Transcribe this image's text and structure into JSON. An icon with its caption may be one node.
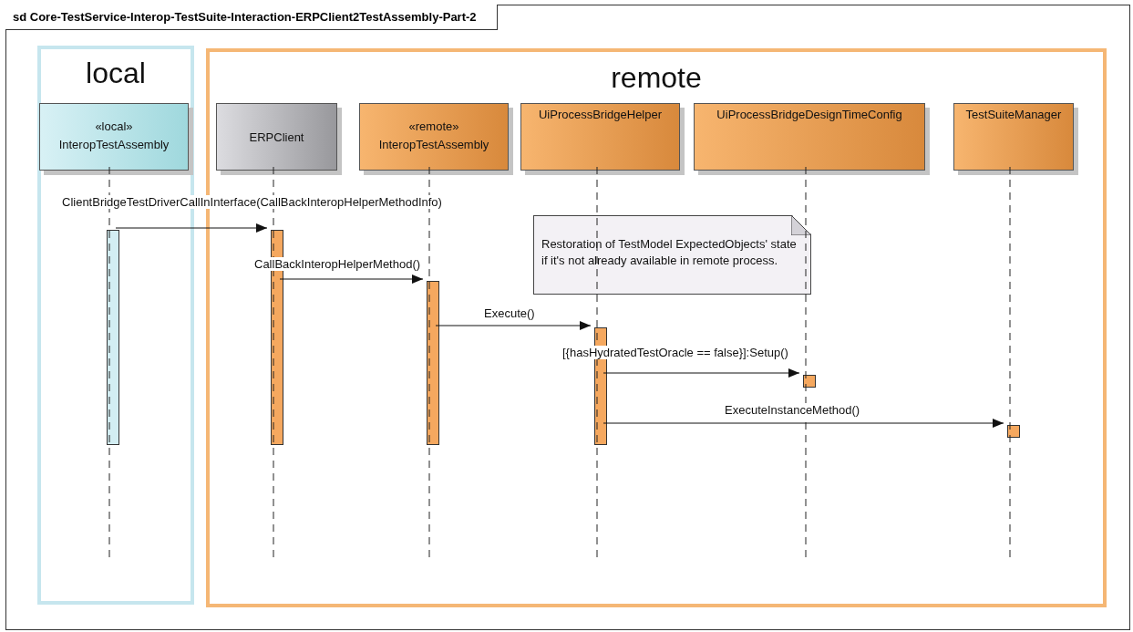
{
  "diagram": {
    "title": "sd Core-TestService-Interop-TestSuite-Interaction-ERPClient2TestAssembly-Part-2",
    "nodes": [
      {
        "text": [
          "local"
        ]
      },
      {
        "text": [
          "remote"
        ]
      },
      {
        "text": [
          "«local»",
          "InteropTestAssembly"
        ],
        "in": 0
      },
      {
        "text": [
          "ERPClient"
        ],
        "in": 1
      },
      {
        "text": [
          "«remote»",
          "InteropTestAssembly"
        ],
        "in": 1
      },
      {
        "text": [
          "UiProcessBridgeHelper"
        ],
        "in": 1
      },
      {
        "text": [
          "UiProcessBridgeDesignTimeConfig"
        ],
        "in": 1
      },
      {
        "text": [
          "TestSuiteManager"
        ],
        "in": 1
      },
      {
        "text": [
          "Restoration of TestModel ExpectedObjects' state if it's not already available in remote process."
        ],
        "in": 1
      },
      {
        "text": [],
        "shape": "bar",
        "in": 0
      },
      {
        "text": [],
        "shape": "bar",
        "in": 1
      },
      {
        "text": [],
        "shape": "bar",
        "in": 1
      },
      {
        "text": [],
        "shape": "bar",
        "in": 1
      },
      {
        "text": [],
        "shape": "bar",
        "in": 1
      },
      {
        "text": [],
        "shape": "bar",
        "in": 1
      }
    ],
    "edges": [
      {
        "from": 9,
        "to": 10,
        "arrow": "to",
        "label": "ClientBridgeTestDriverCallInInterface(CallBackInteropHelperMethodInfo)"
      },
      {
        "from": 10,
        "to": 11,
        "arrow": "to",
        "label": "CallBackInteropHelperMethod()"
      },
      {
        "from": 11,
        "to": 12,
        "arrow": "to",
        "label": "Execute()"
      },
      {
        "from": 12,
        "to": 13,
        "arrow": "to",
        "label": "[{hasHydratedTestOracle == false}]:Setup()"
      },
      {
        "from": 12,
        "to": 14,
        "arrow": "to",
        "label": "ExecuteInstanceMethod()"
      }
    ]
  }
}
